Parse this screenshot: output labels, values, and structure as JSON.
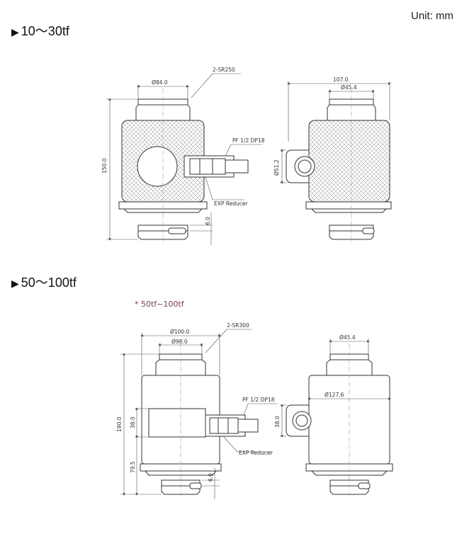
{
  "unit_label": "Unit: mm",
  "sections": [
    {
      "title": "10〜30tf",
      "dims": {
        "top_dia": "Ø84.0",
        "sr": "2-SR250",
        "height": "150.0",
        "fitting": "PF 1/2  DP18",
        "reducer": "EXP Reducer",
        "gap": "6.0",
        "width": "107.0",
        "inner_dia": "Ø45.4",
        "side_dia": "Ø51.2"
      }
    },
    {
      "title": "50〜100tf",
      "subnote": "* 50tf~100tf",
      "dims": {
        "outer_dia": "Ø100.0",
        "top_dia": "Ø98.0",
        "sr": "2-SR300",
        "height": "190.0",
        "plate": "38.0",
        "fitting": "PF 1/2  DP18",
        "reducer": "EXP Reducer",
        "lower": "79.5",
        "gap": "6.0",
        "inner_dia": "Ø45.4",
        "body_dia": "Ø127.6",
        "side_dia": "38.0"
      }
    }
  ]
}
